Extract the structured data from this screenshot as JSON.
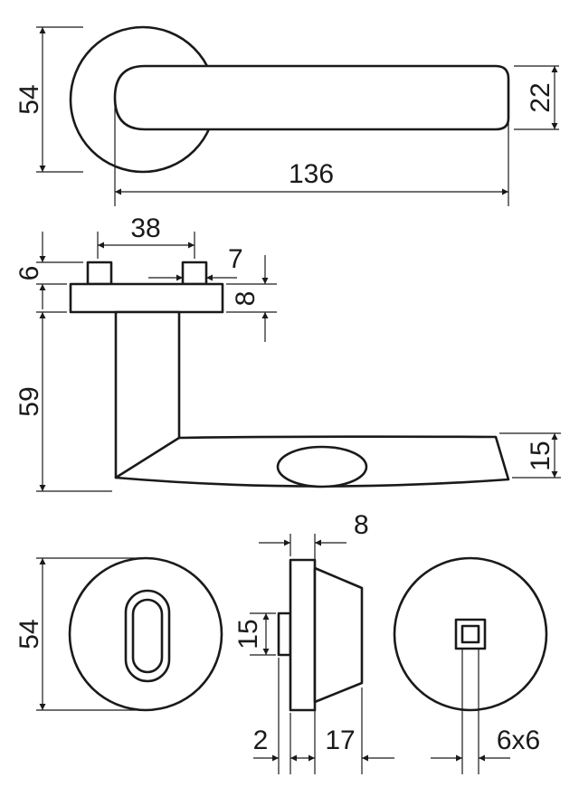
{
  "dimensions": {
    "rose_height": "54",
    "lever_height": "22",
    "lever_length": "136",
    "pin_spacing": "38",
    "pin_height": "6",
    "pin_width": "7",
    "plate_thickness": "8",
    "lever_projection": "59",
    "grip_thickness": "15",
    "escutcheon_height": "54",
    "base_thickness": "8",
    "turn_height": "15",
    "turn_depth": "2",
    "turn_projection": "17",
    "spindle_size": "6x6"
  }
}
